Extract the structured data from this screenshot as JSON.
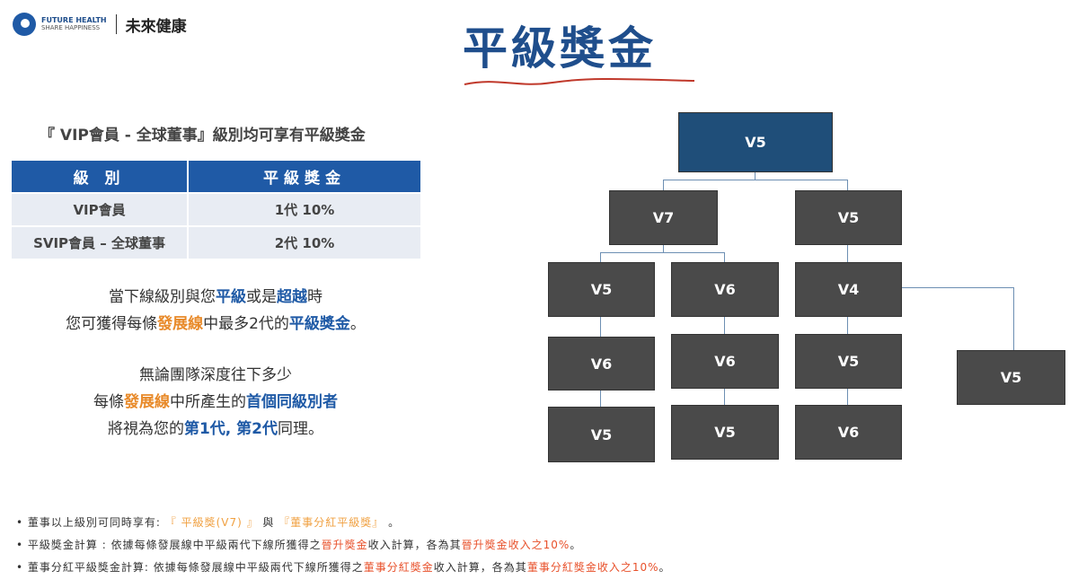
{
  "logo": {
    "en_line1": "FUTURE HEALTH",
    "en_line2": "SHARE HAPPINESS",
    "zh": "未來健康"
  },
  "title": "平級獎金",
  "subtitle": "『 VIP會員 - 全球董事』級別均可享有平級獎金",
  "table": {
    "headers": [
      "級 別",
      "平級獎金"
    ],
    "rows": [
      [
        "VIP會員",
        "1代 10%"
      ],
      [
        "SVIP會員 – 全球董事",
        "2代 10%"
      ]
    ]
  },
  "para1": {
    "l1": [
      "當下線級別與您",
      "平級",
      "或是",
      "超越",
      "時"
    ],
    "l2": [
      "您可獲得每條",
      "發展線",
      "中最多2代的",
      "平級獎金",
      "。"
    ]
  },
  "para2": {
    "l1": "無論團隊深度往下多少",
    "l2": [
      "每條",
      "發展線",
      "中所產生的",
      "首個同級別者"
    ],
    "l3": [
      "將視為您的",
      "第1代, 第2代",
      "同理。"
    ]
  },
  "tree": {
    "root": "V5",
    "r2": [
      "V7",
      "V5"
    ],
    "c1": [
      "V5",
      "V6",
      "V5"
    ],
    "c2": [
      "V6",
      "V6",
      "V5"
    ],
    "c3": [
      "V4",
      "V5",
      "V6"
    ],
    "side": "V5"
  },
  "notes": [
    [
      "董事以上級別可同時享有: ",
      "『 平級獎(V7) 』",
      " 與 ",
      "『董事分紅平級獎』",
      " 。"
    ],
    [
      "平級獎金計算 : 依據每條發展線中平級兩代下線所獲得之",
      "晉升獎金",
      "收入計算，各為其",
      "晉升獎金收入之10%",
      "。"
    ],
    [
      "董事分紅平級獎金計算: 依據每條發展線中平級兩代下線所獲得之",
      "董事分紅獎金",
      "收入計算，各為其",
      "董事分紅獎金收入之10%",
      "。"
    ]
  ]
}
